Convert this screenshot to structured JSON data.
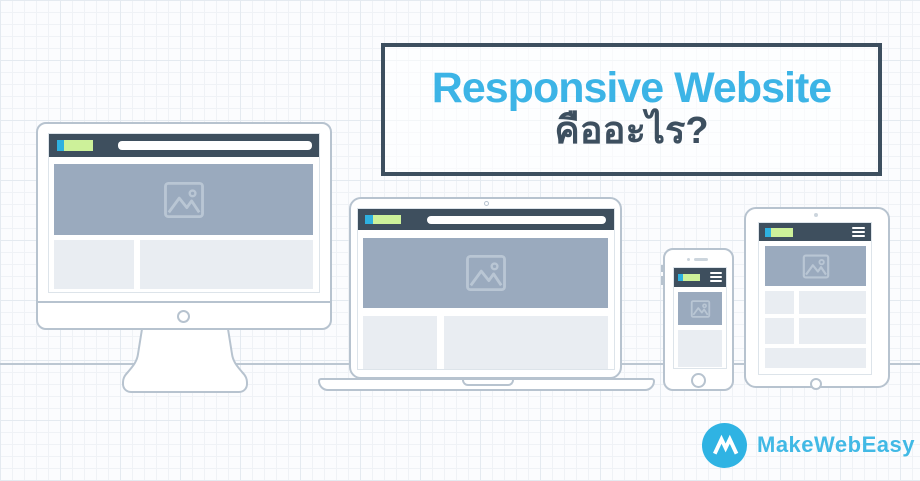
{
  "banner": {
    "title": {
      "line1": "Responsive Website",
      "line2": "คืออะไร?"
    },
    "brand": {
      "name": "MakeWebEasy",
      "icon": "makewebeasy-m-icon"
    },
    "colors": {
      "title_blue": "#3cb4e6",
      "title_navy": "#3d4f5f",
      "browser_bar_navy": "#3e4f5e",
      "logo_blue": "#2eb1e0",
      "logo_green": "#cdf19a",
      "hero_gray_blue": "#9aaabe",
      "content_block_gray": "#e9edf2",
      "device_outline": "#b7c3cf",
      "brand_blue": "#2fb3e3",
      "background": "#fbfcfe",
      "grid_line": "#eff2f6",
      "floor_line": "#bcc7d2"
    },
    "devices": [
      {
        "name": "desktop-monitor",
        "wireframe": {
          "browser_bar": true,
          "logo_badge": true,
          "address_bar": true,
          "hamburger_menu": false,
          "hero_image_placeholder": true,
          "content_blocks": 2
        }
      },
      {
        "name": "laptop",
        "wireframe": {
          "browser_bar": true,
          "logo_badge": true,
          "address_bar": true,
          "hamburger_menu": false,
          "hero_image_placeholder": true,
          "content_blocks": 2
        }
      },
      {
        "name": "smartphone",
        "wireframe": {
          "browser_bar": true,
          "logo_badge": true,
          "address_bar": false,
          "hamburger_menu": true,
          "hero_image_placeholder": true,
          "content_blocks": 1
        }
      },
      {
        "name": "tablet",
        "wireframe": {
          "browser_bar": true,
          "logo_badge": true,
          "address_bar": false,
          "hamburger_menu": true,
          "hero_image_placeholder": true,
          "content_blocks": 5
        }
      }
    ],
    "icons": [
      "image-placeholder-icon",
      "hamburger-menu-icon",
      "makewebeasy-m-icon",
      "camera-dot-icon",
      "home-button"
    ]
  }
}
